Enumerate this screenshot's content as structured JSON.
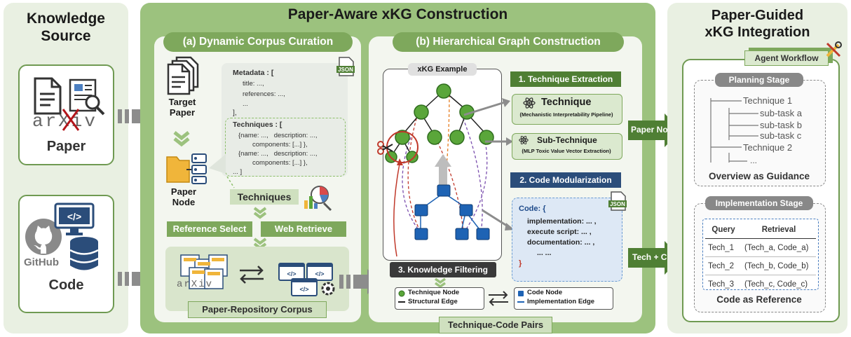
{
  "source": {
    "title_line1": "Knowledge",
    "title_line2": "Source",
    "paper_label": "Paper",
    "code_label": "Code",
    "arxiv_text": "arXiv",
    "github_text": "GitHub"
  },
  "construction": {
    "title": "Paper-Aware xKG Construction",
    "curation": {
      "header": "(a) Dynamic Corpus Curation",
      "target_paper_line1": "Target",
      "target_paper_line2": "Paper",
      "paper_node_line1": "Paper",
      "paper_node_line2": "Node",
      "json_badge": "JSON",
      "metadata_lines": [
        "Metadata : [",
        "title: ...,",
        "references: ...,",
        "...",
        "],"
      ],
      "techniques_lines": [
        "Techniques : [",
        "{name: ...,   description: ...,",
        "components: [...] },",
        "{name: ...,   description: ...,",
        "components: [...] },",
        "... ]"
      ],
      "techniques_tag": "Techniques",
      "reference_select": "Reference Select",
      "web_retrieve": "Web Retrieve",
      "corpus_label": "Paper-Repository Corpus"
    },
    "graph": {
      "header": "(b) Hierarchical Graph Construction",
      "example_label": "xKG Example",
      "step1": "1. Technique Extraction",
      "technique_title": "Technique",
      "technique_sub": "(Mechanistic Interpretability Pipeline)",
      "subtech_title": "Sub-Technique",
      "subtech_sub": "(MLP Toxic Value Vector Extraction)",
      "step2": "2. Code Modularization",
      "json_badge": "JSON",
      "code_lines": [
        "Code: {",
        "implementation:  ... ,",
        "execute script: ... ,",
        "documentation:  ... ,",
        "... ...",
        "}"
      ],
      "step3": "3. Knowledge Filtering",
      "legend_technique_node": "Technique Node",
      "legend_structural_edge": "Structural Edge",
      "legend_code_node": "Code Node",
      "legend_impl_edge": "Implementation Edge",
      "pairs_label": "Technique-Code Pairs"
    }
  },
  "integration": {
    "title_line1": "Paper-Guided",
    "title_line2": "xKG Integration",
    "agent_workflow": "Agent Workflow",
    "paper_node_arrow": "Paper Node",
    "tech_code_arrow": "Tech + Code",
    "planning": {
      "header": "Planning Stage",
      "items": [
        "Technique 1",
        "sub-task a",
        "sub-task b",
        "sub-task c",
        "Technique 2",
        "..."
      ],
      "footer": "Overview as Guidance"
    },
    "implementation": {
      "header": "Implementation Stage",
      "columns": [
        "Query",
        "Retrieval"
      ],
      "rows": [
        [
          "Tech_1",
          "(Tech_a, Code_a)"
        ],
        [
          "Tech_2",
          "(Tech_b, Code_b)"
        ],
        [
          "Tech_3",
          "(Tech_c, Code_c)"
        ]
      ],
      "footer": "Code as Reference"
    }
  },
  "colors": {
    "panel_bg": "#e9f0e2",
    "mid_green": "#9cc27e",
    "dark_green": "#4f7f34",
    "node_green": "#5aa63a",
    "code_blue": "#1e63b4",
    "navy": "#2b4d7a",
    "tag_green": "#7ea85c"
  }
}
